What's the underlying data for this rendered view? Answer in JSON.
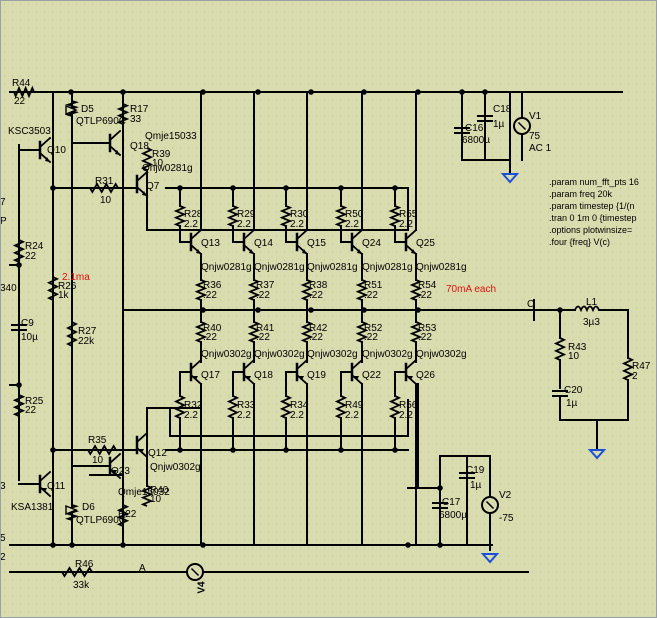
{
  "colors": {
    "background": "#d9dcaf",
    "wire": "#000000",
    "ground": "#1a4fd8",
    "annotation": "#e01010"
  },
  "components": {
    "R44": {
      "name": "R44",
      "value": "22"
    },
    "D5": {
      "name": "D5",
      "model": "QTLP690C"
    },
    "R17": {
      "name": "R17",
      "value": "33"
    },
    "Q10": {
      "name": "Q10",
      "model": "KSC3503"
    },
    "Q18": {
      "name": "Q18",
      "model": "Qmje15033"
    },
    "R39": {
      "name": "R39",
      "value": "10",
      "model": "Qnjw0281g"
    },
    "R31": {
      "name": "R31",
      "value": "10"
    },
    "Q7": {
      "name": "Q7"
    },
    "R24": {
      "name": "R24",
      "value": "22"
    },
    "R26": {
      "name": "R26",
      "value": "1k"
    },
    "C9": {
      "name": "C9",
      "value": "10µ"
    },
    "R27": {
      "name": "R27",
      "value": "22k"
    },
    "R25": {
      "name": "R25",
      "value": "22"
    },
    "R35": {
      "name": "R35",
      "value": "10"
    },
    "Q23": {
      "name": "Q23"
    },
    "Q12": {
      "name": "Q12",
      "model": "Qnjw0302g"
    },
    "Q11": {
      "name": "Q11",
      "model": "KSA1381"
    },
    "D6": {
      "name": "D6",
      "model": "QTLP690C"
    },
    "R22": {
      "name": "R22"
    },
    "R40b": {
      "name": "R40",
      "value": "10",
      "model": "Qmje15032"
    },
    "R46": {
      "name": "R46",
      "value": "33k"
    },
    "V4": {
      "name": "V4"
    },
    "C18": {
      "name": "C18",
      "value": "1µ"
    },
    "C16": {
      "name": "C16",
      "value": "6800µ"
    },
    "V1": {
      "name": "V1",
      "value": "75",
      "ac": "AC 1"
    },
    "C19": {
      "name": "C19",
      "value": "1µ"
    },
    "C17": {
      "name": "C17",
      "value": "6800µ"
    },
    "V2": {
      "name": "V2",
      "value": "-75"
    },
    "L1": {
      "name": "L1",
      "value": "3µ3"
    },
    "R43": {
      "name": "R43",
      "value": "10"
    },
    "C20": {
      "name": "C20",
      "value": "1µ"
    },
    "R47": {
      "name": "R47",
      "value": "2"
    }
  },
  "output_stage": {
    "upper": [
      {
        "rb": "R28",
        "rbv": "2.2",
        "q": "Q13",
        "model": "Qnjw0281g",
        "re": "R36",
        "rev": ".22"
      },
      {
        "rb": "R29",
        "rbv": "2.2",
        "q": "Q14",
        "model": "Qnjw0281g",
        "re": "R37",
        "rev": ".22"
      },
      {
        "rb": "R30",
        "rbv": "2.2",
        "q": "Q15",
        "model": "Qnjw0281g",
        "re": "R38",
        "rev": ".22"
      },
      {
        "rb": "R50",
        "rbv": "2.2",
        "q": "Q24",
        "model": "Qnjw0281g",
        "re": "R51",
        "rev": ".22"
      },
      {
        "rb": "R55",
        "rbv": "2.2",
        "q": "Q25",
        "model": "Qnjw0281g",
        "re": "R54",
        "rev": ".22"
      }
    ],
    "lower": [
      {
        "re": "R40",
        "rev": ".22",
        "q": "Q17",
        "model": "Qnjw0302g",
        "rb": "R32",
        "rbv": "2.2"
      },
      {
        "re": "R41",
        "rev": ".22",
        "q": "Q18",
        "model": "Qnjw0302g",
        "rb": "R33",
        "rbv": "2.2"
      },
      {
        "re": "R42",
        "rev": ".22",
        "q": "Q19",
        "model": "Qnjw0302g",
        "rb": "R34",
        "rbv": "2.2"
      },
      {
        "re": "R52",
        "rev": ".22",
        "q": "Q22",
        "model": "Qnjw0302g",
        "rb": "R49",
        "rbv": "2.2"
      },
      {
        "re": "R53",
        "rev": ".22",
        "q": "Q26",
        "model": "Qnjw0302g",
        "rb": "R56",
        "rbv": "2.2"
      }
    ]
  },
  "nodes": {
    "c": "C",
    "a": "A"
  },
  "annotations": {
    "current_bias": "2.1ma",
    "current_each": "70mA each"
  },
  "edge_fragments": [
    "7",
    "P",
    "340",
    "3",
    "5",
    "2"
  ],
  "directives": [
    ".param num_fft_pts 16",
    ".param freq 20k",
    ".param timestep {1/(n",
    ".tran 0 1m 0 {timestep",
    ".options plotwinsize=",
    ".four {freq} V(c)"
  ]
}
